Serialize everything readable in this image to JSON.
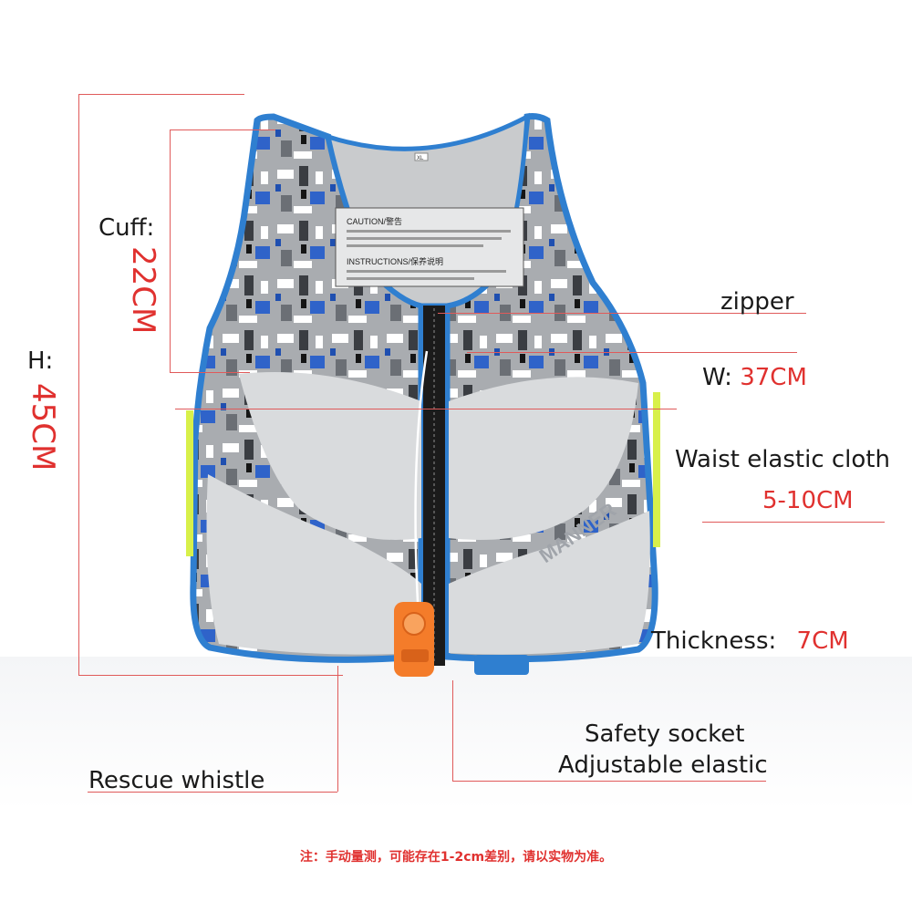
{
  "labels": {
    "cuff": "Cuff:",
    "cuff_value": "22CM",
    "height": "H:",
    "height_value": "45CM",
    "zipper": "zipper",
    "width": "W:",
    "width_value": "37CM",
    "waist": "Waist elastic cloth",
    "waist_value": "5-10CM",
    "thickness": "Thickness:",
    "thickness_value": "7CM",
    "safety_line1": "Safety socket",
    "safety_line2": "Adjustable elastic",
    "whistle": "Rescue whistle"
  },
  "vest": {
    "caution_title": "CAUTION/警告",
    "instructions_title": "INSTRUCTIONS/保养说明",
    "logo": "MANNER",
    "size_tag": "XL"
  },
  "note": "注：手动量测，可能存在1-2cm差别，请以实物为准。",
  "colors": {
    "accent_red": "#e0312f",
    "trim_blue": "#2f7fd0",
    "panel_gray": "#d9dbdd"
  }
}
